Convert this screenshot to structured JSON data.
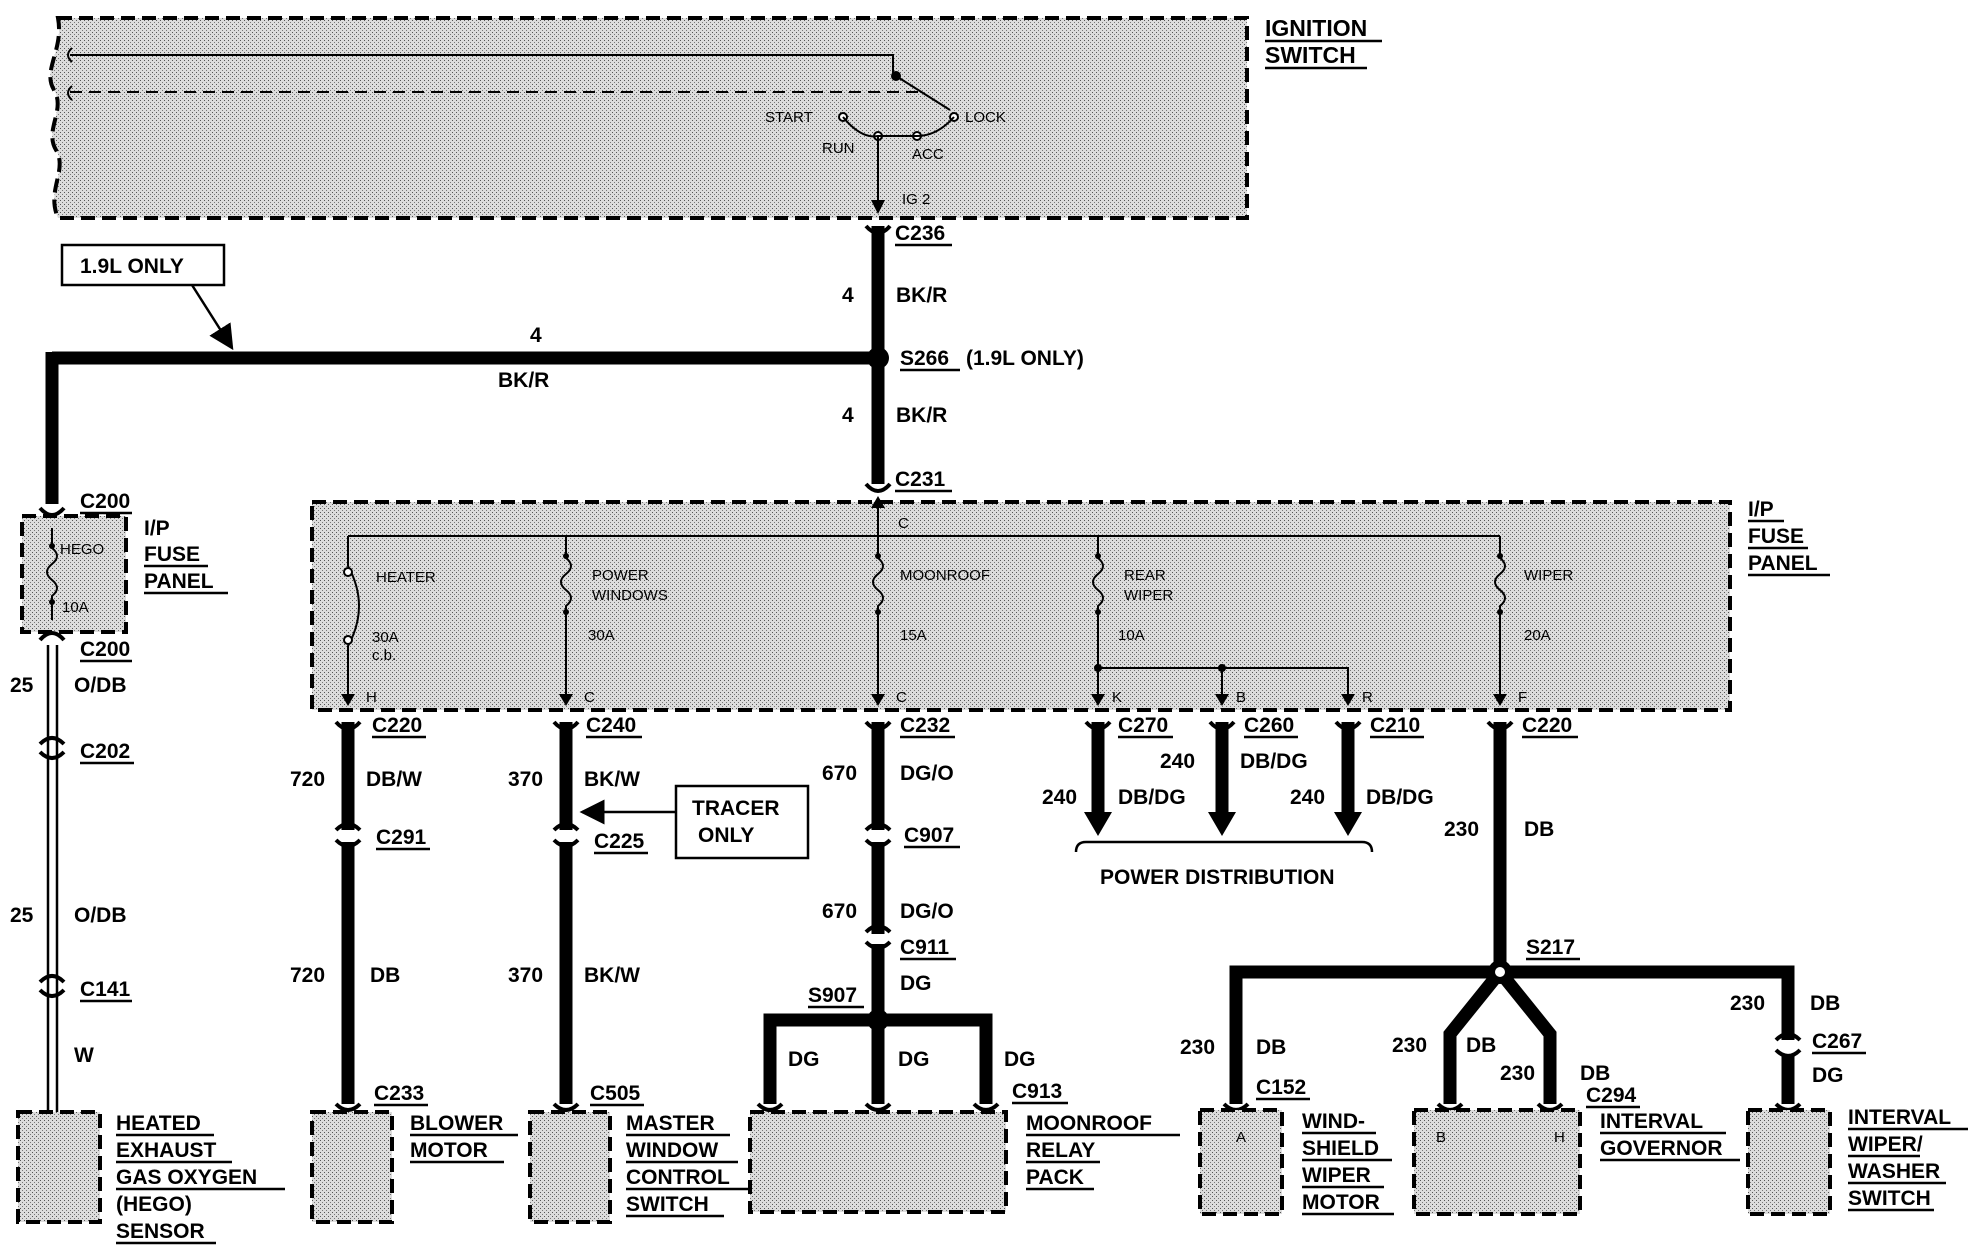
{
  "ignition_switch": {
    "title_line1": "IGNITION",
    "title_line2": "SWITCH",
    "positions": [
      "START",
      "LOCK",
      "RUN",
      "ACC"
    ],
    "output": "IG 2"
  },
  "note_19l": "1.9L ONLY",
  "top": {
    "c236": "C236",
    "c236_circuit": "4",
    "c236_color": "BK/R",
    "splice": "S266",
    "splice_note": "(1.9L ONLY)",
    "branch_circuit": "4",
    "branch_color": "BK/R",
    "lower_circuit": "4",
    "lower_color": "BK/R",
    "c231": "C231"
  },
  "small_fuse_panel": {
    "c200_top": "C200",
    "fuse_name": "HEGO",
    "fuse_rating": "10A",
    "c200_bottom": "C200",
    "label_l1": "I/P",
    "label_l2": "FUSE",
    "label_l3": "PANEL"
  },
  "main_fuse_panel": {
    "label_l1": "I/P",
    "label_l2": "FUSE",
    "label_l3": "PANEL",
    "input_pin": "C",
    "fuses": [
      {
        "name_l1": "HEATER",
        "name_l2": "",
        "rating": "30A",
        "extra": "c.b.",
        "pin": "H"
      },
      {
        "name_l1": "POWER",
        "name_l2": "WINDOWS",
        "rating": "30A",
        "extra": "",
        "pin": "C"
      },
      {
        "name_l1": "MOONROOF",
        "name_l2": "",
        "rating": "15A",
        "extra": "",
        "pin": "C"
      },
      {
        "name_l1": "REAR",
        "name_l2": "WIPER",
        "rating": "10A",
        "extra": "",
        "pins": [
          "K",
          "B",
          "R"
        ]
      },
      {
        "name_l1": "WIPER",
        "name_l2": "",
        "rating": "20A",
        "extra": "",
        "pin": "F"
      }
    ]
  },
  "hego_branch": {
    "circuit_a": "25",
    "color_a": "O/DB",
    "c202": "C202",
    "circuit_b": "25",
    "color_b": "O/DB",
    "c141": "C141",
    "color_c": "W",
    "component_l1": "HEATED",
    "component_l2": "EXHAUST",
    "component_l3": "GAS OXYGEN",
    "component_l4": "(HEGO)",
    "component_l5": "SENSOR"
  },
  "blower_branch": {
    "c220": "C220",
    "circuit_a": "720",
    "color_a": "DB/W",
    "c291": "C291",
    "circuit_b": "720",
    "color_b": "DB",
    "c233": "C233",
    "component_l1": "BLOWER",
    "component_l2": "MOTOR"
  },
  "window_branch": {
    "c240": "C240",
    "circuit_a": "370",
    "color_a": "BK/W",
    "tracer_l1": "TRACER",
    "tracer_l2": "ONLY",
    "c225": "C225",
    "circuit_b": "370",
    "color_b": "BK/W",
    "c505": "C505",
    "component_l1": "MASTER",
    "component_l2": "WINDOW",
    "component_l3": "CONTROL",
    "component_l4": "SWITCH"
  },
  "moonroof_branch": {
    "c232": "C232",
    "circuit_a": "670",
    "color_a": "DG/O",
    "c907": "C907",
    "circuit_b": "670",
    "color_b": "DG/O",
    "c911": "C911",
    "color_c": "DG",
    "s907": "S907",
    "leg_left": "DG",
    "leg_mid": "DG",
    "leg_right": "DG",
    "c913": "C913",
    "component_l1": "MOONROOF",
    "component_l2": "RELAY",
    "component_l3": "PACK"
  },
  "rear_wiper_branch": {
    "c270": "C270",
    "c260": "C260",
    "c210": "C210",
    "circuit_260": "240",
    "color_260": "DB/DG",
    "circuit_270": "240",
    "color_270": "DB/DG",
    "circuit_210": "240",
    "color_210": "DB/DG",
    "power_distribution": "POWER DISTRIBUTION"
  },
  "wiper_branch": {
    "c220": "C220",
    "circuit": "230",
    "color": "DB",
    "s217": "S217",
    "left_circuit": "230",
    "left_color": "DB",
    "c152": "C152",
    "c152_pin": "A",
    "ws_l1": "WIND-",
    "ws_l2": "SHIELD",
    "ws_l3": "WIPER",
    "ws_l4": "MOTOR",
    "mid_circuit_a": "230",
    "mid_color_a": "DB",
    "mid_circuit_b": "230",
    "mid_color_b": "DB",
    "c294": "C294",
    "c294_pin_b": "B",
    "c294_pin_h": "H",
    "gov_l1": "INTERVAL",
    "gov_l2": "GOVERNOR",
    "right_circuit": "230",
    "right_color": "DB",
    "c267": "C267",
    "right_color_b": "DG",
    "sw_l1": "INTERVAL",
    "sw_l2": "WIPER/",
    "sw_l3": "WASHER",
    "sw_l4": "SWITCH"
  }
}
